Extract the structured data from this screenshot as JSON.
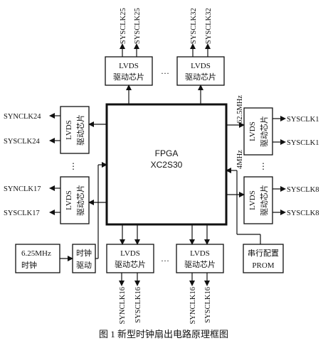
{
  "fpga": {
    "line1": "FPGA",
    "line2": "XC2S30"
  },
  "lvds": {
    "line1": "LVDS",
    "line2": "驱动芯片"
  },
  "signals": {
    "top_left_a": "SYSCLK25",
    "top_left_b": "SYSCLK25",
    "top_right_a": "SYSCLK32",
    "top_right_b": "SYSCLK32",
    "left_top_a": "SYNCLK24",
    "left_top_b": "SYSCLK24",
    "left_bot_a": "SYNCLK17",
    "left_bot_b": "SYSCLK17",
    "right_top_a": "SYSCLK1",
    "right_top_b": "SYSCLK1",
    "right_bot_a": "SYSCLK8",
    "right_bot_b": "SYSCLK8",
    "bot_left_a": "SYNCLK16",
    "bot_left_b": "SYSCLK16",
    "bot_right_a": "SYNCLK16",
    "bot_right_b": "SYSCLK16"
  },
  "ellipsis": "…",
  "vdots": "⋮",
  "freq_62_5": "62.5MHz",
  "freq_4": "4MHz",
  "osc": {
    "line1": "6.25MHz",
    "line2": "时钟"
  },
  "clock_driver": {
    "line1": "时钟",
    "line2": "驱动"
  },
  "prom": {
    "line1": "串行配置",
    "line2": "PROM"
  },
  "caption": "图 1  新型时钟扇出电路原理框图"
}
